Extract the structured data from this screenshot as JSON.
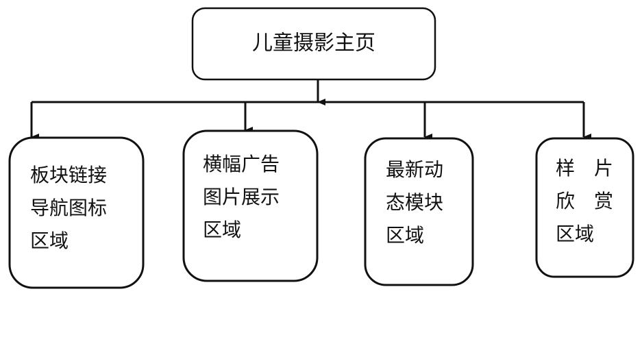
{
  "root": {
    "label": "儿童摄影主页"
  },
  "children": [
    {
      "lines": [
        "板块链接",
        "导航图标",
        "区域"
      ]
    },
    {
      "lines": [
        "横幅广告",
        "图片展示",
        "区域"
      ]
    },
    {
      "lines": [
        "最新动",
        "态模块",
        "区域"
      ]
    },
    {
      "lines": [
        "样　片",
        "欣　赏",
        "区域"
      ]
    }
  ],
  "colors": {
    "stroke": "#111111",
    "background": "#ffffff"
  }
}
